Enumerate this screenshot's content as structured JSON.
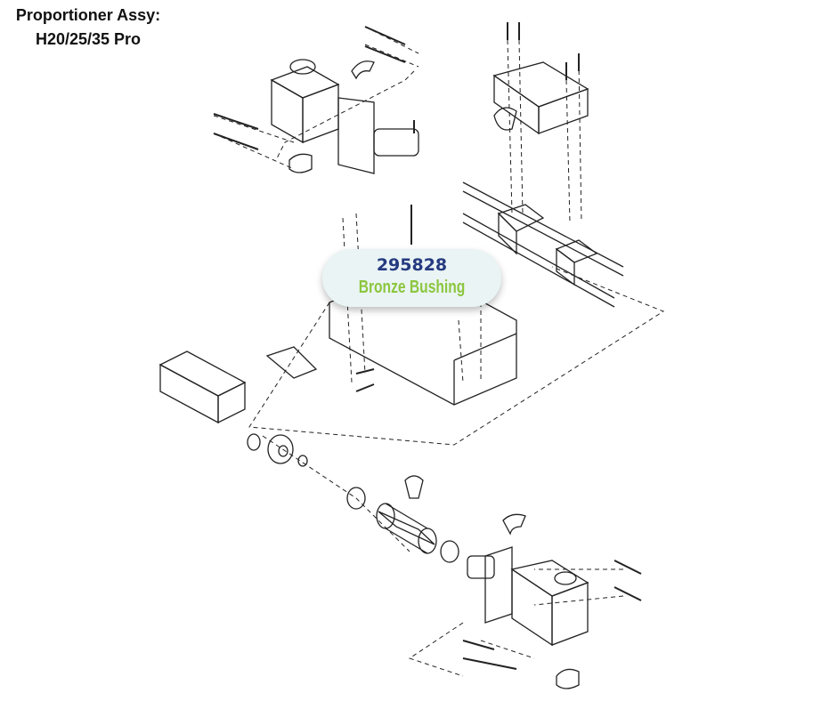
{
  "title": {
    "line1": "Proportioner Assy:",
    "line2": "H20/25/35 Pro"
  },
  "callout": {
    "part_number": "295828",
    "part_name": "Bronze Bushing"
  },
  "colors": {
    "part_number": "#253a7f",
    "part_name": "#8cc63f",
    "callout_bg": "#eaf4f5",
    "line": "#222222"
  }
}
